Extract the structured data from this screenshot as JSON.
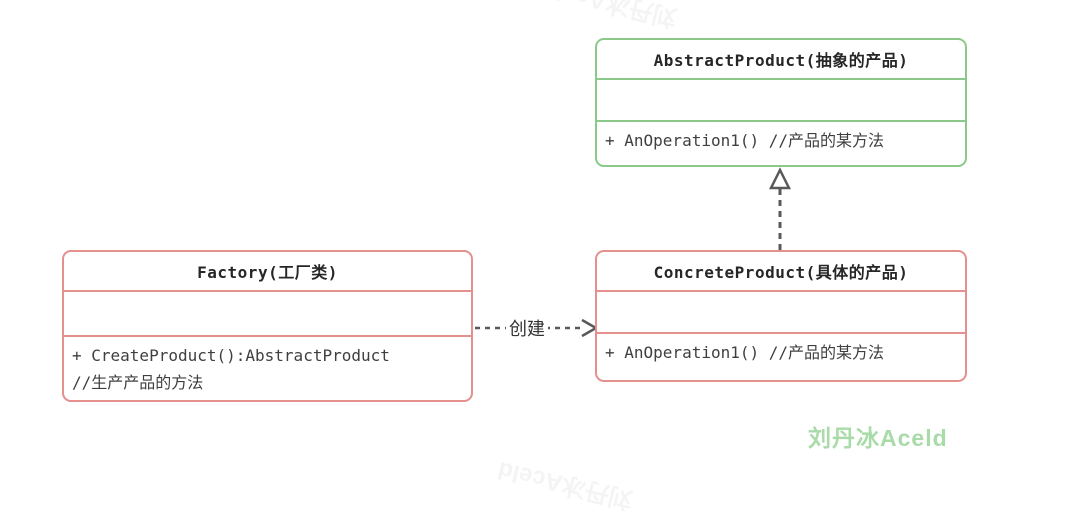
{
  "diagram": {
    "classes": [
      {
        "id": "abstract-product",
        "title": "AbstractProduct(抽象的产品)",
        "attributes": "",
        "methods": [
          "+ AnOperation1() //产品的某方法"
        ],
        "border_color": "#8BC98B"
      },
      {
        "id": "factory",
        "title": "Factory(工厂类)",
        "attributes": "",
        "methods": [
          "+ CreateProduct():AbstractProduct",
          "//生产产品的方法"
        ],
        "border_color": "#E58F8F"
      },
      {
        "id": "concrete-product",
        "title": "ConcreteProduct(具体的产品)",
        "attributes": "",
        "methods": [
          "+ AnOperation1() //产品的某方法"
        ],
        "border_color": "#E58F8F"
      }
    ],
    "relations": [
      {
        "from": "factory",
        "to": "concrete-product",
        "type": "dashed-open-arrow",
        "label": "创建"
      },
      {
        "from": "concrete-product",
        "to": "abstract-product",
        "type": "dashed-hollow-triangle",
        "label": ""
      }
    ],
    "watermark": "刘丹冰Aceld",
    "colors": {
      "green_border": "#8BC98B",
      "red_border": "#E58F8F",
      "arrow": "#595959",
      "method_text": "#3F3F3F",
      "title_text": "#262626",
      "watermark_green": "#A9DBA9"
    }
  }
}
